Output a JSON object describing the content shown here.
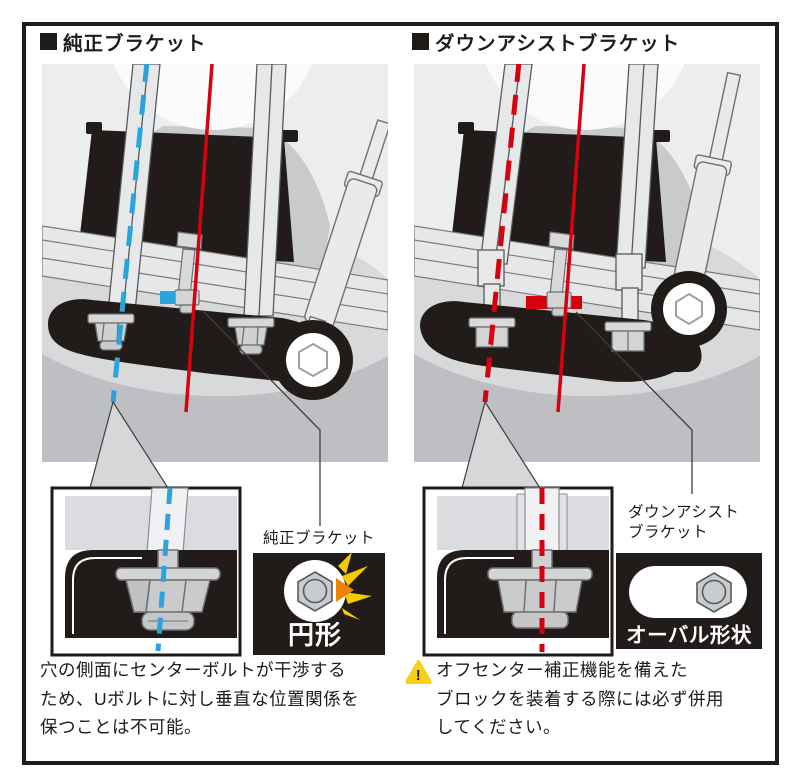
{
  "palette": {
    "accent_red": "#d7000f",
    "accent_blue": "#2ba3dc",
    "diagram_black": "#1f1b18",
    "warning_yellow": "#f8d117"
  },
  "left_section": {
    "title": "純正ブラケット",
    "callout_label": "純正ブラケット",
    "shape_caption": "円形",
    "description_lines": [
      "穴の側面にセンターボルトが干渉する",
      "ため、Uボルトに対し垂直な位置関係を",
      "保つことは不可能。"
    ]
  },
  "right_section": {
    "title": "ダウンアシストブラケット",
    "callout_label_line1": "ダウンアシスト",
    "callout_label_line2": "ブラケット",
    "shape_caption": "オーバル形状",
    "warning_glyph": "!",
    "description_lines": [
      "オフセンター補正機能を備えた",
      "ブロックを装着する際には必ず併用",
      "してください。"
    ]
  }
}
